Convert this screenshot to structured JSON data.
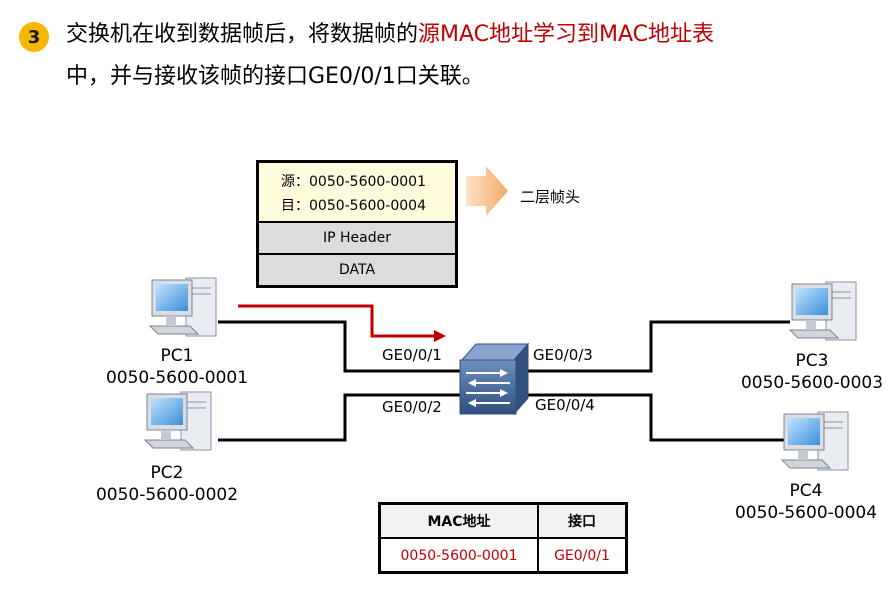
{
  "step": "3",
  "title": {
    "line1_pre": "交换机在收到数据帧后，将数据帧的",
    "line1_highlight": "源MAC地址学习到MAC地址表",
    "line2": "中，并与接收该帧的接口GE0/0/1口关联。"
  },
  "frame": {
    "src": "源：0050-5600-0001",
    "dst": "目：0050-5600-0004",
    "ip_header": "IP Header",
    "data": "DATA"
  },
  "frame_header_label": "二层帧头",
  "ports": {
    "p1": "GE0/0/1",
    "p2": "GE0/0/2",
    "p3": "GE0/0/3",
    "p4": "GE0/0/4"
  },
  "pcs": [
    {
      "name": "PC1",
      "mac": "0050-5600-0001"
    },
    {
      "name": "PC2",
      "mac": "0050-5600-0002"
    },
    {
      "name": "PC3",
      "mac": "0050-5600-0003"
    },
    {
      "name": "PC4",
      "mac": "0050-5600-0004"
    }
  ],
  "mac_table": {
    "headers": [
      "MAC地址",
      "接口"
    ],
    "rows": [
      [
        "0050-5600-0001",
        "GE0/0/1"
      ]
    ]
  },
  "colors": {
    "badge": "#f5b800",
    "highlight": "#c00000",
    "frame_header_bg": "#fffbdc",
    "frame_row_bg": "#dcdcdc",
    "arrow": "#f5c59a",
    "switch": "#3f5f8f"
  },
  "icons": [
    "pc-icon",
    "switch-icon",
    "right-arrow-icon"
  ]
}
